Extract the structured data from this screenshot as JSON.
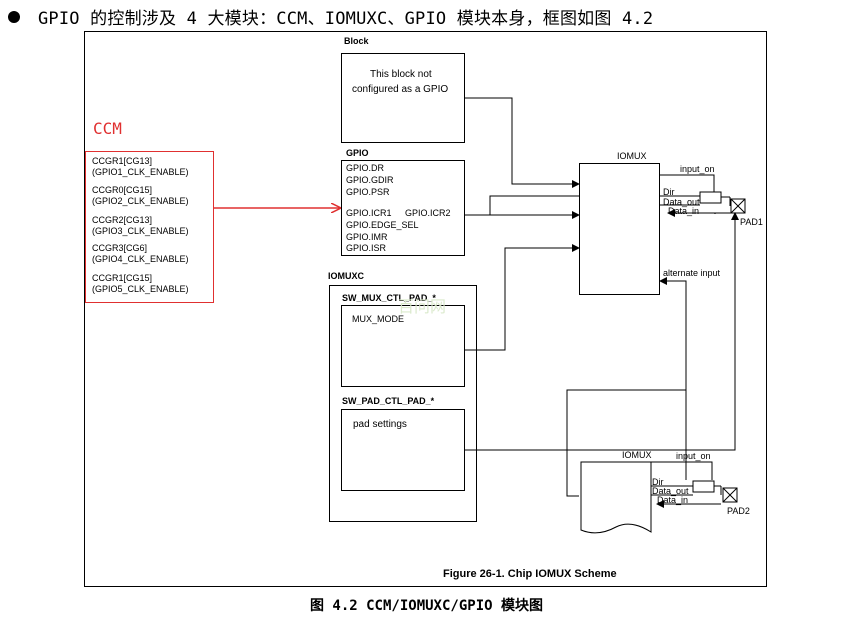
{
  "header": {
    "bullet_text": "GPIO 的控制涉及 4 大模块：CCM、IOMUXC、GPIO 模块本身，框图如图 4.2"
  },
  "ccm": {
    "title": "CCM",
    "items": [
      {
        "reg": "CCGR1[CG13]",
        "signal": "(GPIO1_CLK_ENABLE)"
      },
      {
        "reg": "CCGR0[CG15]",
        "signal": "(GPIO2_CLK_ENABLE)"
      },
      {
        "reg": "CCGR2[CG13]",
        "signal": "(GPIO3_CLK_ENABLE)"
      },
      {
        "reg": "CCGR3[CG6]",
        "signal": "(GPIO4_CLK_ENABLE)"
      },
      {
        "reg": "CCGR1[CG15]",
        "signal": "(GPIO5_CLK_ENABLE)"
      }
    ]
  },
  "block": {
    "title": "Block",
    "text_line1": "This block not",
    "text_line2": "configured as a GPIO"
  },
  "gpio": {
    "title": "GPIO",
    "registers": [
      "GPIO.DR",
      "GPIO.GDIR",
      "GPIO.PSR",
      "GPIO.ICR1",
      "GPIO.ICR2",
      "GPIO.EDGE_SEL",
      "GPIO.IMR",
      "GPIO.ISR"
    ]
  },
  "iomuxc": {
    "title": "IOMUXC",
    "mux_title": "SW_MUX_CTL_PAD_*",
    "mux_mode": "MUX_MODE",
    "pad_title": "SW_PAD_CTL_PAD_*",
    "pad_settings": "pad settings"
  },
  "iomux1": {
    "title": "IOMUX",
    "input_on": "input_on",
    "dir": "Dir",
    "data_out": "Data_out",
    "data_in": "Data_in",
    "pad": "PAD1",
    "alternate_input": "alternate input"
  },
  "iomux2": {
    "title": "IOMUX",
    "input_on": "input_on",
    "dir": "Dir",
    "data_out": "Data_out",
    "data_in": "Data_in",
    "pad": "PAD2"
  },
  "figure_caption": "Figure 26-1. Chip IOMUX Scheme",
  "bottom_caption": "图 4.2 CCM/IOMUXC/GPIO 模块图",
  "watermark": "百问网",
  "colors": {
    "accent_red": "#e03030",
    "line": "#000000"
  }
}
